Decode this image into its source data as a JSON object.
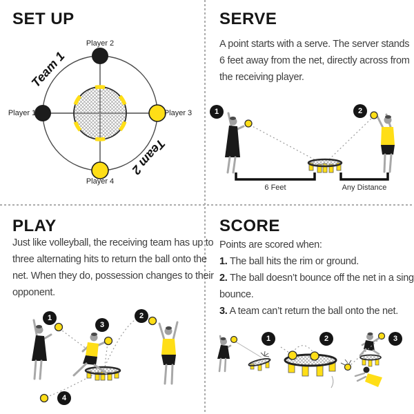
{
  "panels": {
    "setup": {
      "title": "SET UP",
      "team1": "Team 1",
      "team2": "Team 2",
      "players": {
        "p1": "Player 1",
        "p2": "Player 2",
        "p3": "Player 3",
        "p4": "Player 4"
      }
    },
    "serve": {
      "title": "SERVE",
      "body": "A point starts with a serve. The server stands 6 feet away from the net, directly across from the receiving player.",
      "badges": [
        "1",
        "2"
      ],
      "measure_left": "6 Feet",
      "measure_right": "Any Distance"
    },
    "play": {
      "title": "PLAY",
      "body": "Just like volleyball, the receiving team has up to three alternating hits to return the ball onto the net. When they do, possession changes to their opponent.",
      "badges": [
        "1",
        "2",
        "3",
        "4"
      ]
    },
    "score": {
      "title": "SCORE",
      "intro": "Points are scored when:",
      "items": [
        {
          "num": "1.",
          "text": "The ball hits the rim or ground."
        },
        {
          "num": "2.",
          "text": "The ball doesn’t bounce off the net in a single bounce."
        },
        {
          "num": "3.",
          "text": "A team can’t return the ball onto the net."
        }
      ],
      "badges": [
        "1",
        "2",
        "3"
      ]
    }
  },
  "colors": {
    "accent_yellow": "#FFDE17",
    "ink_black": "#151515",
    "body_text": "#3e3e3e",
    "figure_skin_gray": "#a8a8a8",
    "divider_gray": "#ababab"
  }
}
